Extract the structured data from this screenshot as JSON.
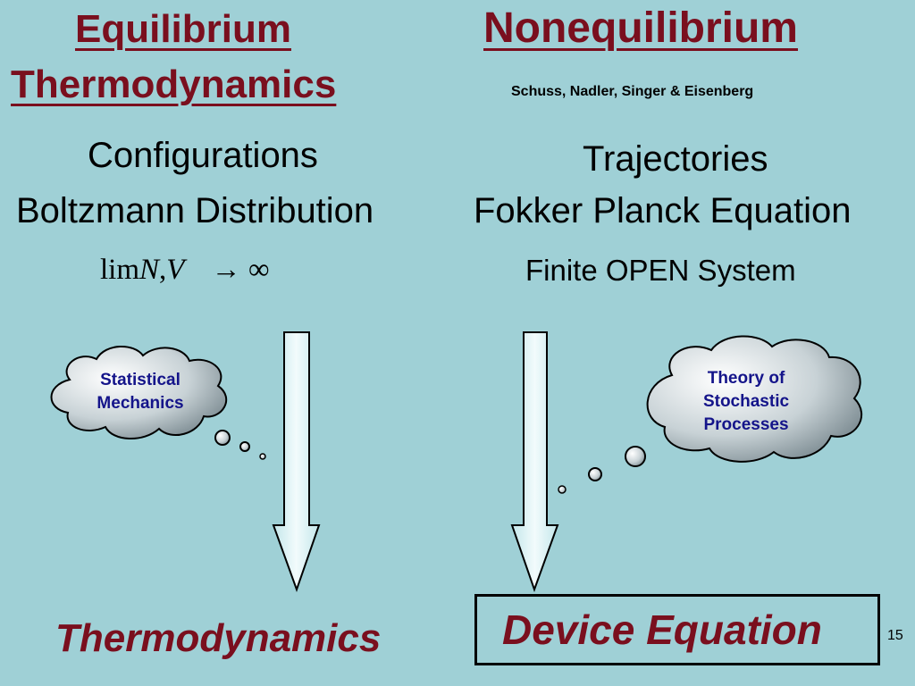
{
  "left": {
    "heading_line1": "Equilibrium",
    "heading_line2": "Thermodynamics",
    "line1": "Configurations",
    "line2": "Boltzmann Distribution",
    "limit": {
      "lim": "lim",
      "N": "N",
      "comma": ",",
      "V": "V",
      "arrow": "→",
      "inf": "∞"
    },
    "cloud_line1": "Statistical",
    "cloud_line2": "Mechanics",
    "result": "Thermodynamics"
  },
  "right": {
    "heading": "Nonequilibrium",
    "authors": "Schuss, Nadler, Singer & Eisenberg",
    "line1": "Trajectories",
    "line2": "Fokker Planck Equation",
    "line3": "Finite OPEN System",
    "cloud_line1": "Theory of",
    "cloud_line2": "Stochastic",
    "cloud_line3": "Processes",
    "result": "Device Equation"
  },
  "page_number": "15",
  "colors": {
    "background": "#9fd0d6",
    "heading": "#7a0f1e",
    "cloud_text": "#14148a",
    "arrow_fill": "#dff2f4"
  },
  "icons": [
    "thought-cloud-icon",
    "down-arrow-icon"
  ]
}
